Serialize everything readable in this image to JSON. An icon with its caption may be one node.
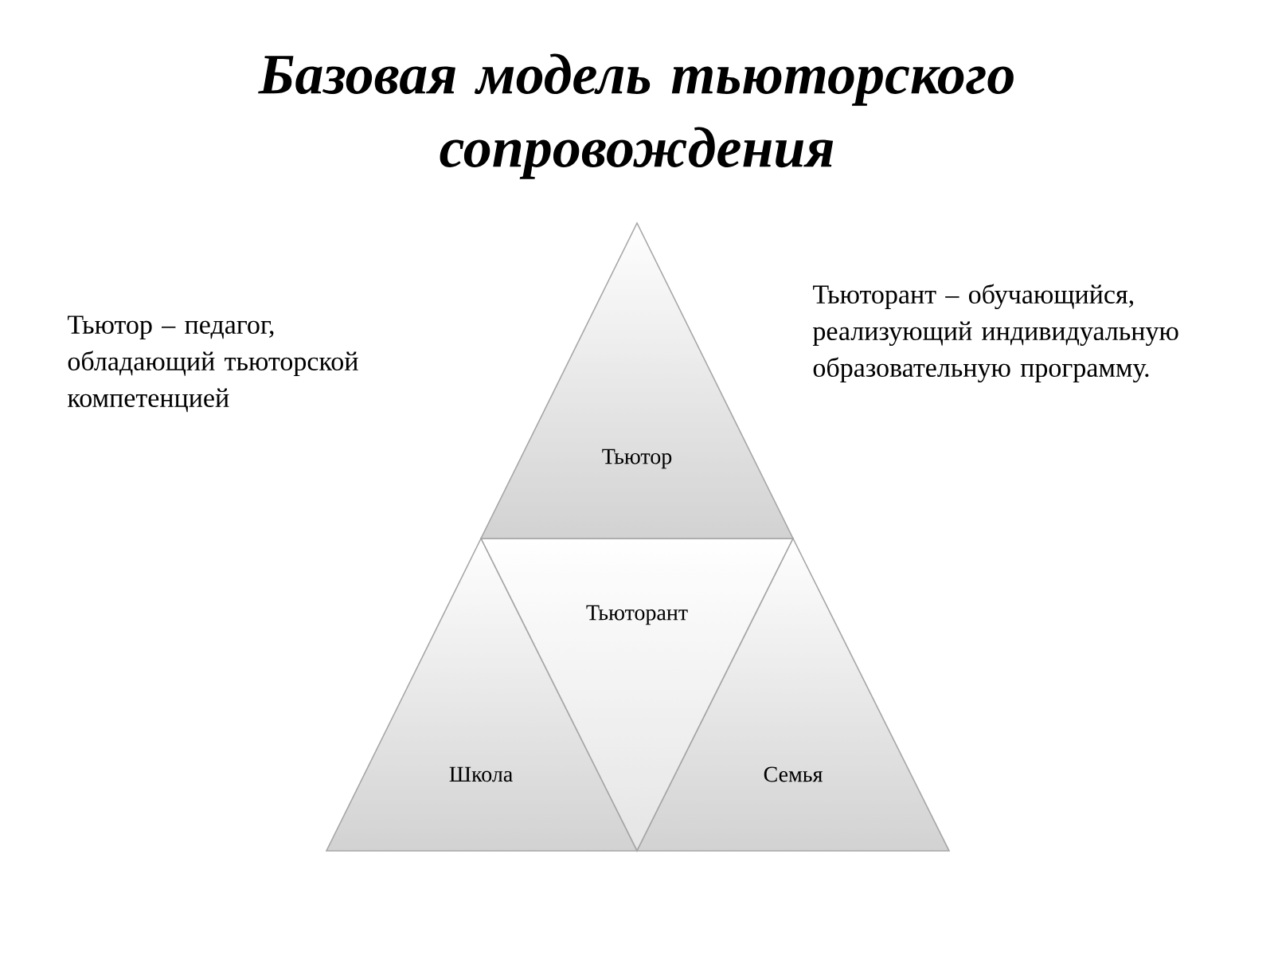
{
  "diagram": {
    "title": "Базовая модель тьюторского сопровождения",
    "nodes": [
      {
        "text": [
          "Тьютор"
        ]
      },
      {
        "text": [
          "Тьюторант"
        ]
      },
      {
        "text": [
          "Школа"
        ]
      },
      {
        "text": [
          "Семья"
        ]
      }
    ],
    "labels": [
      "Тьютор – педагог, обладающий тьюторской компетенцией",
      "Тьюторант – обучающийся, реализующий индивидуальную образовательную программу."
    ]
  }
}
